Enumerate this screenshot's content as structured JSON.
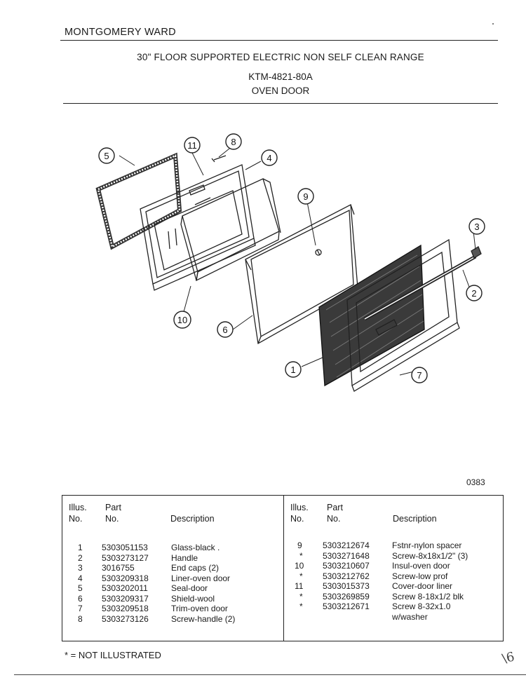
{
  "header": {
    "brand": "MONTGOMERY WARD",
    "title": "30\" FLOOR SUPPORTED ELECTRIC NON SELF CLEAN RANGE",
    "model": "KTM-4821-80A",
    "section": "OVEN DOOR"
  },
  "diagram": {
    "callouts": [
      "1",
      "2",
      "3",
      "4",
      "5",
      "6",
      "7",
      "8",
      "9",
      "10",
      "11"
    ]
  },
  "figure_code": "0383",
  "table": {
    "left_headers": {
      "illus_line1": "Illus.",
      "illus_line2": "No.",
      "part_line1": "Part",
      "part_line2": "No.",
      "desc": "Description"
    },
    "right_headers": {
      "illus_line1": "Illus.",
      "illus_line2": "No.",
      "part_line1": "Part",
      "part_line2": "No.",
      "desc": "Description"
    },
    "left_rows": [
      {
        "illus": "1",
        "part": "5303051153",
        "desc": "Glass-black ."
      },
      {
        "illus": "2",
        "part": "5303273127",
        "desc": "Handle"
      },
      {
        "illus": "3",
        "part": "3016755",
        "desc": "End caps (2)"
      },
      {
        "illus": "4",
        "part": "5303209318",
        "desc": "Liner-oven door"
      },
      {
        "illus": "5",
        "part": "5303202011",
        "desc": "Seal-door"
      },
      {
        "illus": "6",
        "part": "5303209317",
        "desc": "Shield-wool"
      },
      {
        "illus": "7",
        "part": "5303209518",
        "desc": "Trim-oven door"
      },
      {
        "illus": "8",
        "part": "5303273126",
        "desc": "Screw-handle (2)"
      }
    ],
    "right_rows": [
      {
        "illus": "9",
        "part": "5303212674",
        "desc": "Fstnr-nylon spacer"
      },
      {
        "illus": "*",
        "part": "5303271648",
        "desc": "Screw-8x18x1/2\" (3)"
      },
      {
        "illus": "10",
        "part": "5303210607",
        "desc": "Insul-oven door"
      },
      {
        "illus": "*",
        "part": "5303212762",
        "desc": "Screw-low prof"
      },
      {
        "illus": "11",
        "part": "5303015373",
        "desc": "Cover-door liner"
      },
      {
        "illus": "*",
        "part": "5303269859",
        "desc": "Screw 8-18x1/2 blk"
      },
      {
        "illus": "*",
        "part": "5303212671",
        "desc": "Screw 8-32x1.0"
      },
      {
        "illus": "",
        "part": "",
        "desc": "w/washer"
      }
    ]
  },
  "footnote": "* = NOT ILLUSTRATED",
  "margin_mark": "\\6"
}
